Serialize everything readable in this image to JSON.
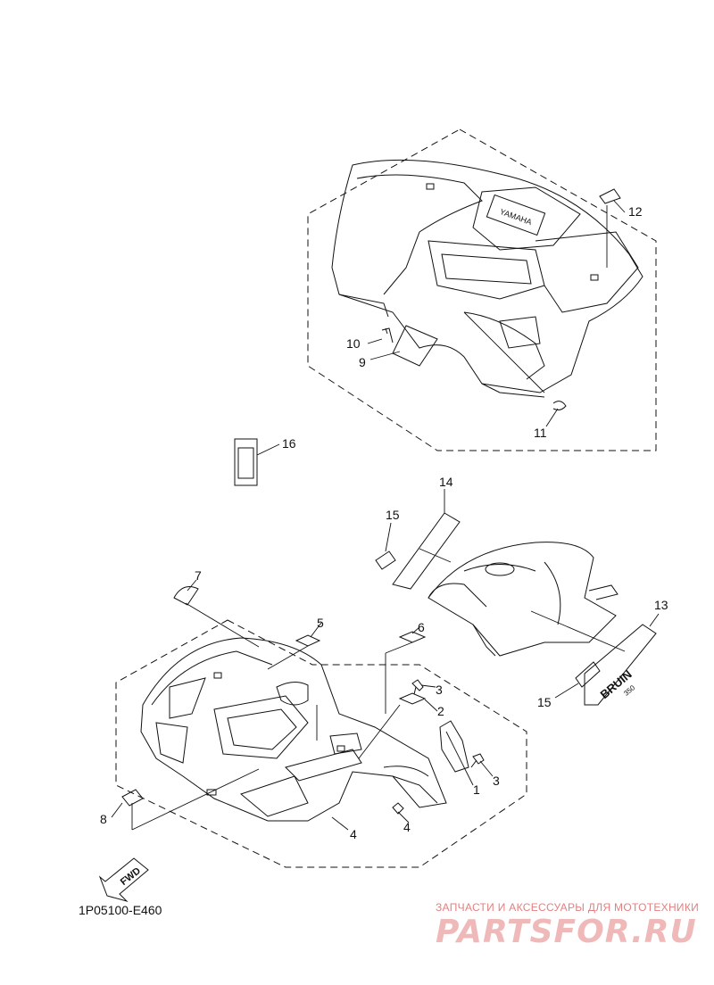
{
  "diagram": {
    "part_labels": [
      "1",
      "2",
      "3",
      "3",
      "4",
      "4",
      "5",
      "6",
      "7",
      "8",
      "9",
      "10",
      "11",
      "12",
      "13",
      "14",
      "15",
      "15",
      "16"
    ],
    "forward_marker": "FWD",
    "emblem_text": "BRUIN",
    "emblem_subtext": "350",
    "rear_logo_text": "YAMAHA",
    "drawing_code": "1P05100-E460"
  },
  "watermark": {
    "caption": "ЗАПЧАСТИ И АКСЕССУАРЫ ДЛЯ МОТОТЕХНИКИ",
    "logo_text": "PARTSFOR.RU"
  }
}
